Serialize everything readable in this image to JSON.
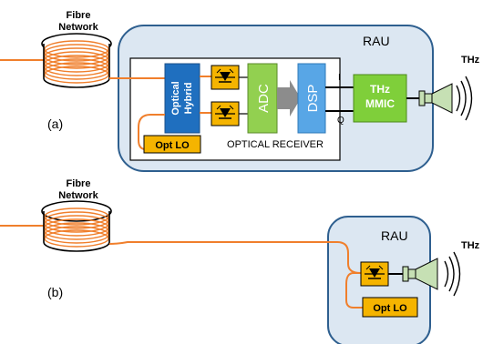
{
  "panel_a": {
    "fibre_label_line1": "Fibre",
    "fibre_label_line2": "Network",
    "rau_label": "RAU",
    "tag": "(a)",
    "optical_hybrid_line1": "Optical",
    "optical_hybrid_line2": "Hybrid",
    "adc_label": "ADC",
    "dsp_label": "DSP",
    "i_label": "I",
    "q_label": "Q",
    "mmic_line1": "THz",
    "mmic_line2": "MMIC",
    "opt_lo_label": "Opt LO",
    "receiver_label": "OPTICAL RECEIVER",
    "thz_label": "THz"
  },
  "panel_b": {
    "fibre_label_line1": "Fibre",
    "fibre_label_line2": "Network",
    "rau_label": "RAU",
    "tag": "(b)",
    "opt_lo_label": "Opt LO",
    "thz_label": "THz"
  },
  "colors": {
    "fibre": "#f07f2c",
    "rau_fill": "#dce7f2",
    "rau_stroke": "#2e5f8f",
    "hybrid_fill": "#1f6fbf",
    "photodiode_fill": "#f5b400",
    "adc_fill": "#92d050",
    "dsp_fill": "#58a6e6",
    "mmic_fill": "#7fcf3a",
    "opt_lo_fill": "#f5b400",
    "antenna_fill": "#c6e0b4"
  }
}
